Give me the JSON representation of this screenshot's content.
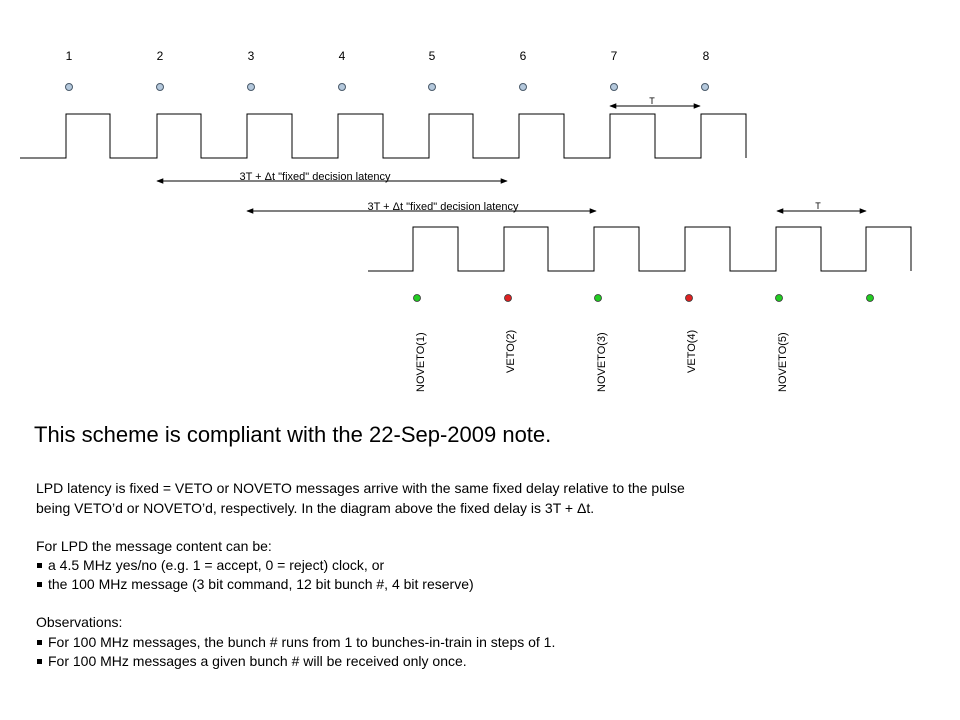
{
  "diagram": {
    "top_pulse_labels": [
      "1",
      "2",
      "3",
      "4",
      "5",
      "6",
      "7",
      "8"
    ],
    "top_period_label": "T",
    "bottom_period_label": "T",
    "latency_label_1": "3T + Δt \"fixed\" decision latency",
    "latency_label_2": "3T + Δt \"fixed\" decision latency",
    "decisions": [
      {
        "label": "NOVETO(1)",
        "status": "accept",
        "color": "#22cc22"
      },
      {
        "label": "VETO(2)",
        "status": "reject",
        "color": "#dd2222"
      },
      {
        "label": "NOVETO(3)",
        "status": "accept",
        "color": "#22cc22"
      },
      {
        "label": "VETO(4)",
        "status": "reject",
        "color": "#dd2222"
      },
      {
        "label": "NOVETO(5)",
        "status": "accept",
        "color": "#22cc22"
      },
      {
        "label": "",
        "status": "accept",
        "color": "#22cc22"
      }
    ],
    "pulse_marker_color": "#b4c8dc"
  },
  "text": {
    "headline": "This scheme is compliant with the 22-Sep-2009 note.",
    "para1_line1": "LPD latency is fixed = VETO or NOVETO messages arrive with the same fixed delay relative to the pulse",
    "para1_line2": "being VETO’d or NOVETO’d, respectively. In the diagram above the fixed delay is 3T + Δt.",
    "para2_title": "For LPD the message content can be:",
    "para2_bullet1": "a 4.5 MHz yes/no (e.g. 1 = accept, 0 = reject) clock, or",
    "para2_bullet2": "the 100 MHz message (3 bit command, 12 bit bunch #, 4 bit reserve)",
    "para3_title": "Observations:",
    "para3_bullet1": "For 100 MHz messages, the bunch # runs from 1 to bunches-in-train in steps of 1.",
    "para3_bullet2": "For 100 MHz messages a given bunch # will be received only once."
  }
}
